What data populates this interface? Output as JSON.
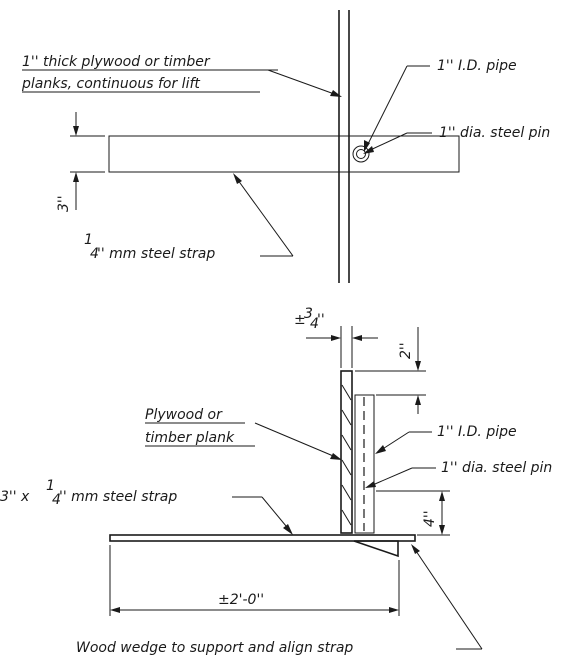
{
  "top_view": {
    "label_plank_line1": "1'' thick plywood or timber",
    "label_plank_line2": "planks, continuous for lift",
    "label_pipe": "1'' I.D. pipe",
    "label_pin": "1'' dia. steel pin",
    "label_strap_frac_num": "1",
    "label_strap_frac_den": "4",
    "label_strap_rest": "'' mm steel strap",
    "dim_strap_width": "3''"
  },
  "bottom_view": {
    "dim_clearance_prefix": "±",
    "dim_clearance_num": "3",
    "dim_clearance_den": "4",
    "dim_clearance_suffix": "''",
    "dim_top": "2''",
    "label_plank_line1": "Plywood or",
    "label_plank_line2": "timber plank",
    "label_pipe": "1'' I.D. pipe",
    "label_pin": "1'' dia. steel pin",
    "label_strap_prefix": "3'' x ",
    "label_strap_num": "1",
    "label_strap_den": "4",
    "label_strap_rest": "'' mm steel strap",
    "dim_pin_height": "4''",
    "dim_length": "±2'-0''",
    "label_wedge": "Wood wedge to support and align strap"
  }
}
